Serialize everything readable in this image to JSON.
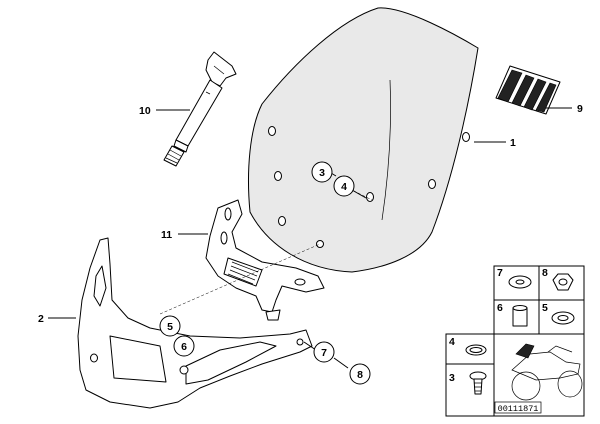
{
  "callouts": {
    "c1": "1",
    "c2": "2",
    "c3": "3",
    "c4": "4",
    "c5": "5",
    "c6": "6",
    "c7": "7",
    "c8": "8",
    "c9": "9",
    "c10": "10",
    "c11": "11"
  },
  "legend": {
    "l7": "7",
    "l8": "8",
    "l6": "6",
    "l5": "5",
    "l4": "4",
    "l3": "3"
  },
  "diagram_code": "00111871"
}
